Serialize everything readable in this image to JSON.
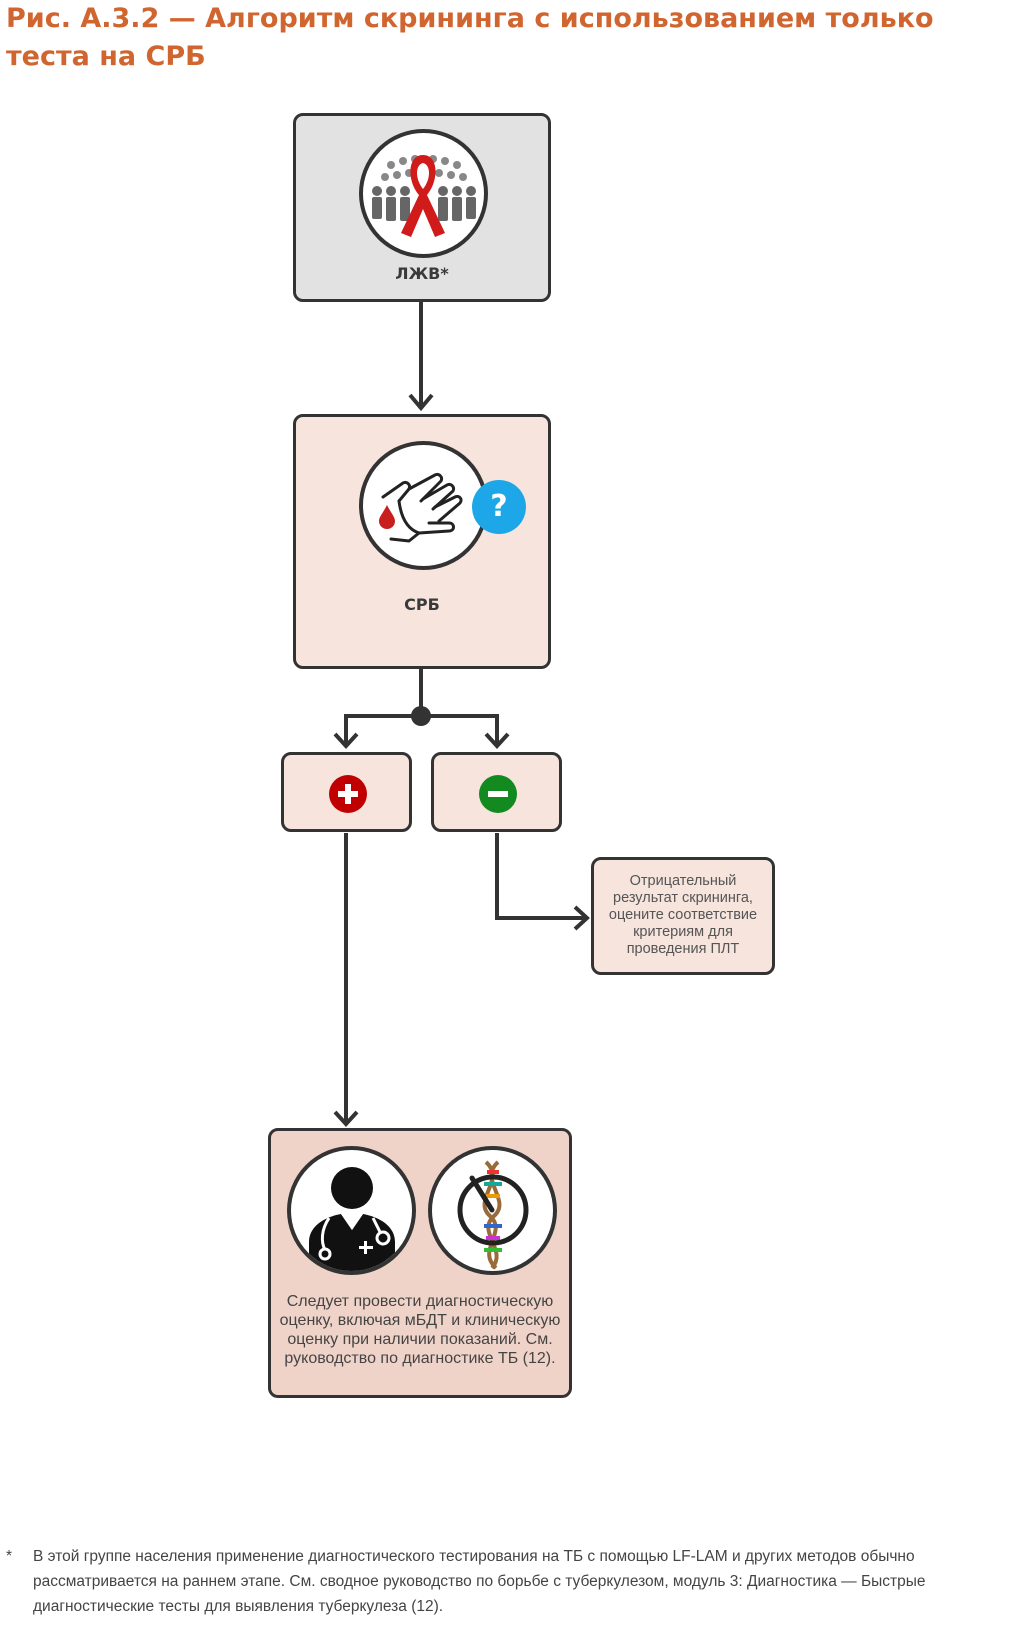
{
  "title": "Рис. А.3.2 — Алгоритм скрининга с использованием только теста на СРБ",
  "nodes": {
    "plhiv": {
      "label": "ЛЖВ*",
      "icon": "people-red-ribbon-icon",
      "fill": "#e2e2e2"
    },
    "crp": {
      "label": "СРБ",
      "icon": "finger-blood-test-icon",
      "badge": "?",
      "fill": "#f6e4dd"
    },
    "positive": {
      "icon": "plus-icon",
      "color": "#c00000"
    },
    "negative": {
      "icon": "minus-icon",
      "color": "#138a1f"
    },
    "negative_result": {
      "text": "Отрицательный результат скрининга, оцените соответствие критериям для проведения ПЛТ"
    },
    "diagnostic": {
      "text": "Следует провести диагностическую оценку, включая мБДТ и клиническую оценку при наличии показаний. См. руководство по диагностике ТБ (12).",
      "icons": [
        "doctor-icon",
        "dna-test-icon"
      ],
      "fill": "#f0d3c8"
    }
  },
  "colors": {
    "title": "#d0652f",
    "border": "#333333",
    "badge": "#1ea7e8"
  },
  "footnote": {
    "marker": "*",
    "text": "В этой группе населения применение диагностического тестирования на ТБ с помощью LF-LAM и других методов обычно рассматривается на раннем этапе. См. сводное руководство по борьбе с туберкулезом, модуль 3: Диагностика — Быстрые диагностические тесты для выявления туберкулеза (12)."
  }
}
